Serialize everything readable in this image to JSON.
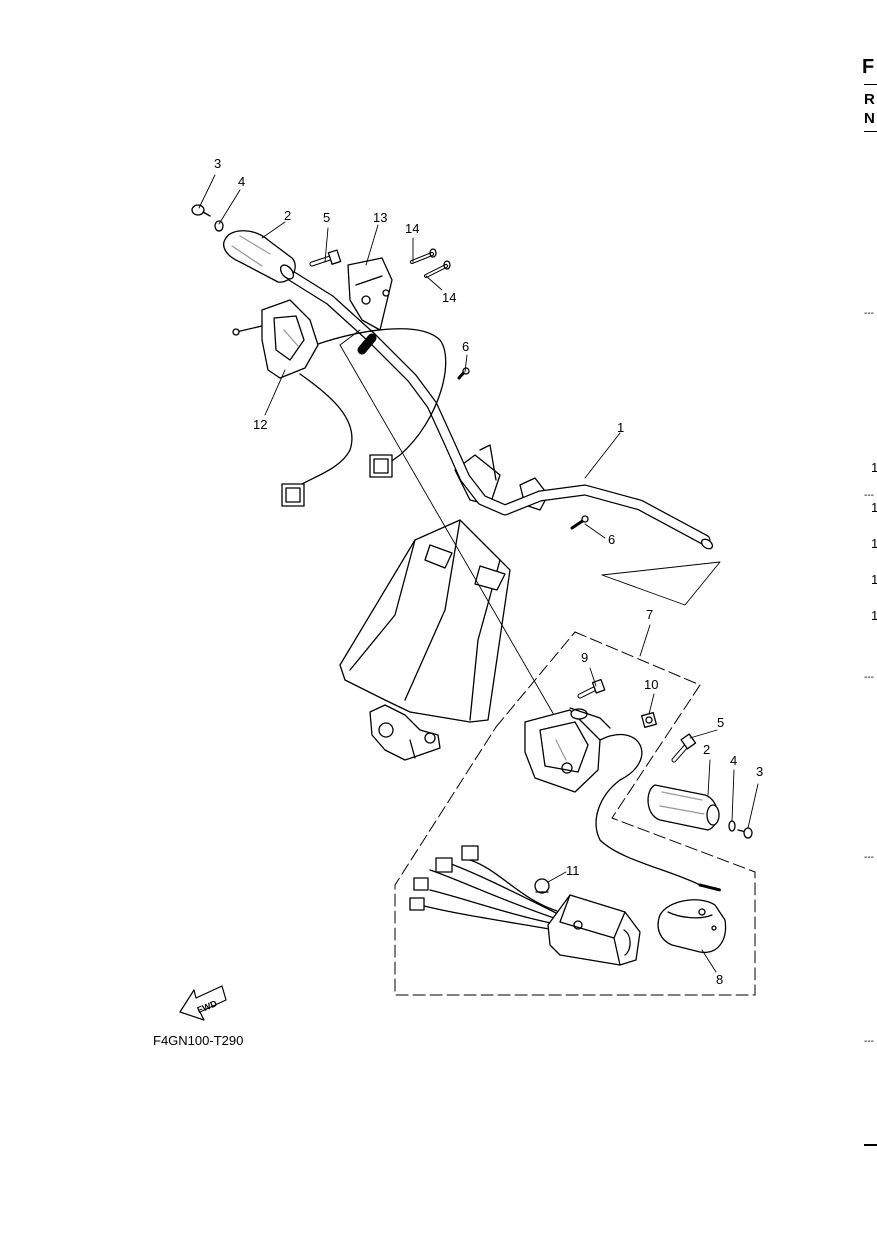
{
  "figure_code": "F4GN100-T290",
  "fwd_label": "FWD",
  "callouts": [
    "1",
    "2",
    "3",
    "4",
    "5",
    "6",
    "7",
    "8",
    "9",
    "10",
    "11",
    "12",
    "13",
    "14"
  ],
  "right_edge": {
    "letters": [
      "F",
      "R",
      "N"
    ],
    "numbers": [
      "1",
      "1",
      "1",
      "1",
      "1"
    ]
  },
  "colors": {
    "line": "#000000",
    "fill": "#ffffff",
    "shade": "#9a9a9a",
    "dark": "#333333"
  }
}
